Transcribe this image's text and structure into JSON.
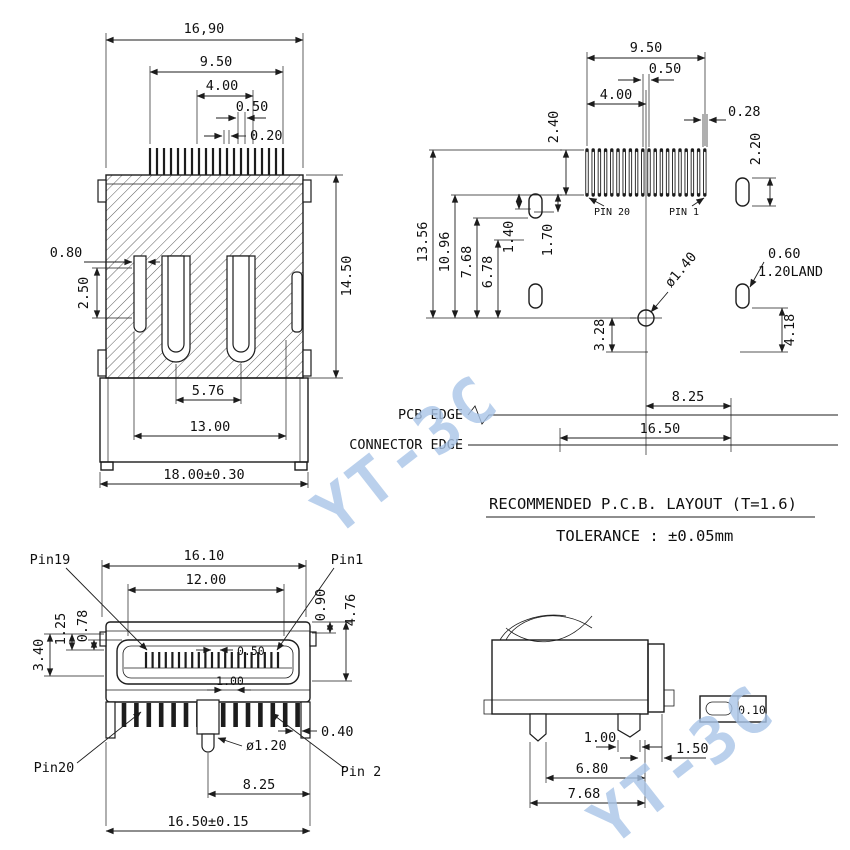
{
  "watermark": {
    "text": "YT-3C"
  },
  "notes": {
    "pcb_layout_title": "RECOMMENDED P.C.B. LAYOUT (T=1.6)",
    "tolerance": "TOLERANCE : ±0.05mm"
  },
  "top_view": {
    "dims": {
      "overall_top_width": "16,90",
      "pin_span": "9.50",
      "pin_group": "4.00",
      "pin_pitch": "0.50",
      "pin_width": "0.20",
      "side_pin_width": "0.80",
      "side_pin_height": "2.50",
      "body_height": "14.50",
      "leg_spacing": "5.76",
      "leg_span": "13.00",
      "overall_width": "18.00±0.30"
    }
  },
  "pcb_layout": {
    "dims": {
      "pad_span": "9.50",
      "pad_pitch": "0.50",
      "pad_group": "4.00",
      "pad_width": "0.28",
      "pad_length": "2.40",
      "slot_length": "2.20",
      "h_13_56": "13.56",
      "h_10_96": "10.96",
      "h_7_68": "7.68",
      "h_6_78": "6.78",
      "h_1_40": "1.40",
      "h_1_70": "1.70",
      "hole_dia": "ø1.40",
      "slot_width": "0.60",
      "land": "1.20LAND",
      "h_3_28": "3.28",
      "h_4_18": "4.18",
      "center_to_edge": "8.25",
      "edge_span": "16.50"
    },
    "labels": {
      "pin20": "PIN 20",
      "pin1": "PIN 1",
      "pcb_edge": "PCB EDGE",
      "connector_edge": "CONNECTOR EDGE"
    }
  },
  "front_view": {
    "labels": {
      "pin19": "Pin19",
      "pin1": "Pin1",
      "pin20": "Pin20",
      "pin2": "Pin 2"
    },
    "dims": {
      "shell_width": "16.10",
      "slot_width": "12.00",
      "h_0_90": "0.90",
      "h_4_76": "4.76",
      "h_3_40": "3.40",
      "h_1_25": "1.25",
      "h_0_78": "0.78",
      "contact_pitch": "0.50",
      "tail_pitch": "1.00",
      "tail_width": "0.40",
      "post_dia": "ø1.20",
      "center_to_edge": "8.25",
      "overall_width": "16.50±0.15"
    }
  },
  "side_view": {
    "dims": {
      "land_thickness": "0.10",
      "foot_width": "1.00",
      "foot_offset": "1.50",
      "w_6_80": "6.80",
      "w_7_68": "7.68"
    }
  }
}
